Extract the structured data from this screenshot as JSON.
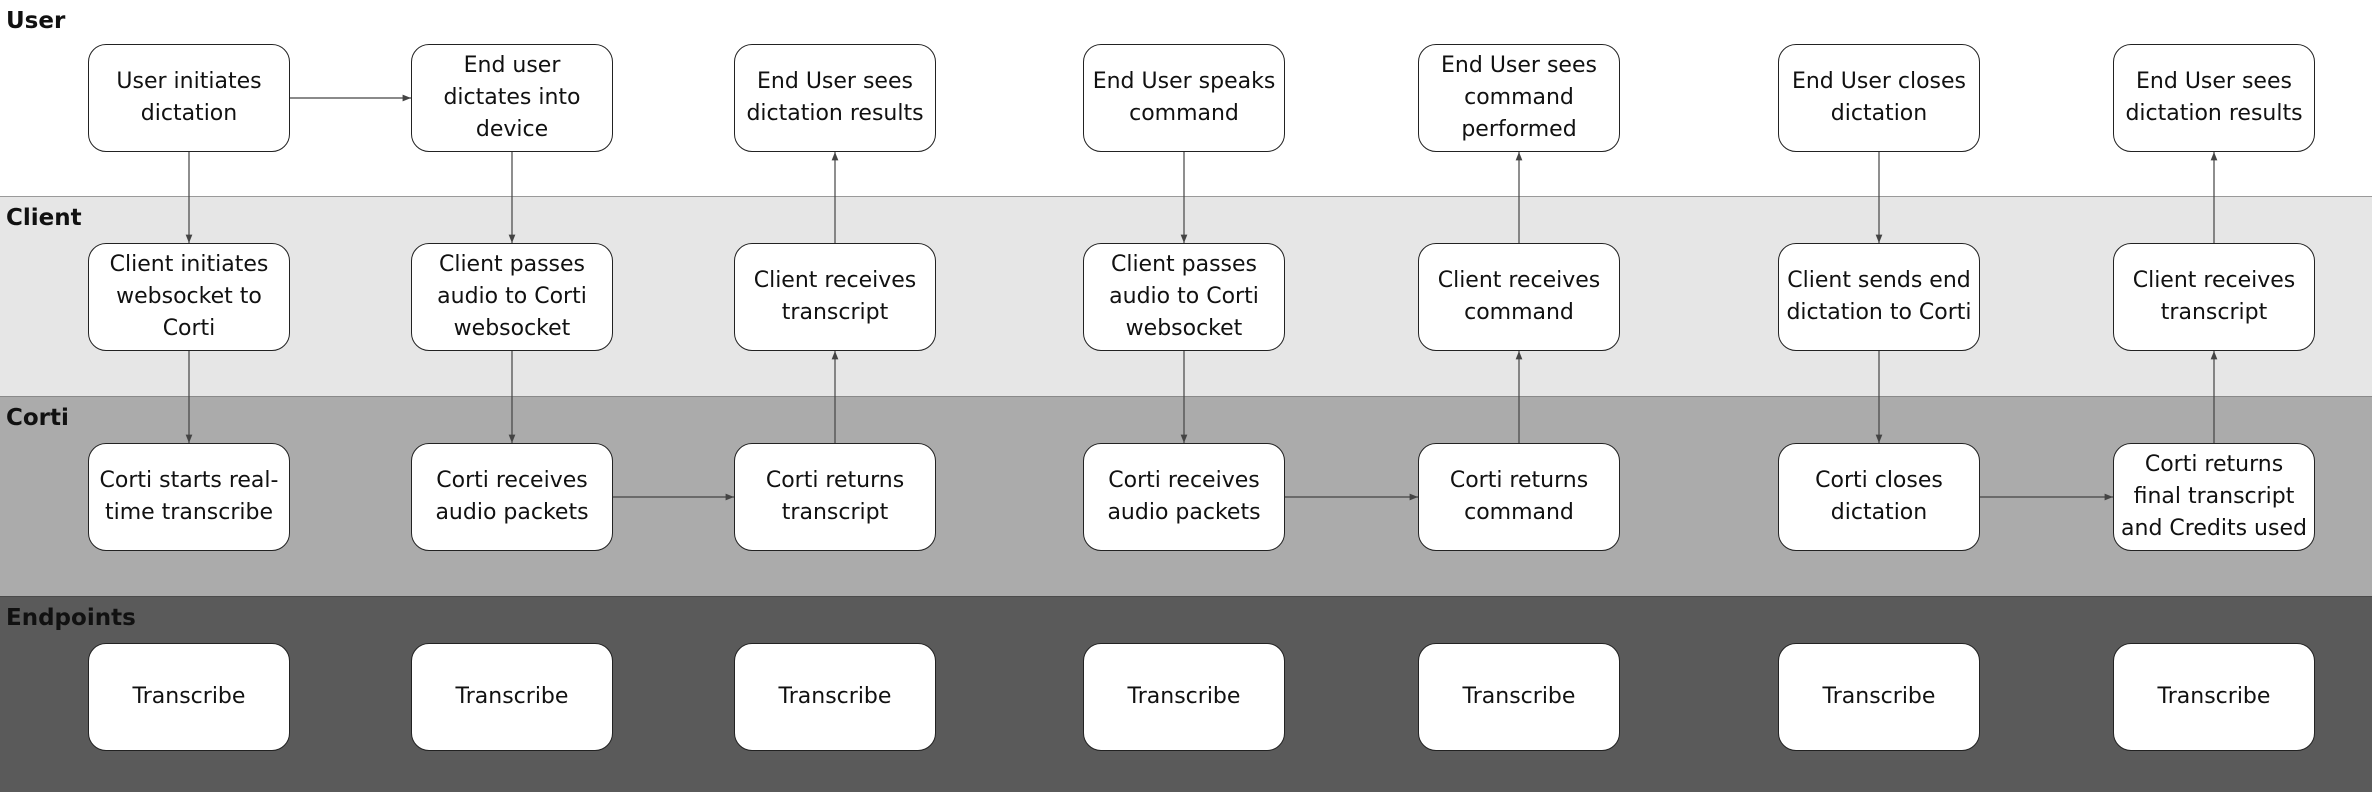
{
  "lanes": {
    "user": "User",
    "client": "Client",
    "corti": "Corti",
    "endpoints": "Endpoints"
  },
  "nodes": {
    "u1": "User initiates dictation",
    "u2": "End user dictates into device",
    "u3": "End User sees dictation results",
    "u4": "End User speaks command",
    "u5": "End User sees command performed",
    "u6": "End User closes dictation",
    "u7": "End User sees dictation results",
    "c1": "Client initiates websocket to Corti",
    "c2": "Client passes audio to Corti websocket",
    "c3": "Client receives transcript",
    "c4": "Client passes audio to Corti websocket",
    "c5": "Client receives command",
    "c6": "Client sends end dictation to Corti",
    "c7": "Client receives transcript",
    "k1": "Corti starts real-time transcribe",
    "k2": "Corti receives audio packets",
    "k3": "Corti returns transcript",
    "k4": "Corti receives audio packets",
    "k5": "Corti returns command",
    "k6": "Corti closes dictation",
    "k7": "Corti returns final transcript and Credits used",
    "e1": "Transcribe",
    "e2": "Transcribe",
    "e3": "Transcribe",
    "e4": "Transcribe",
    "e5": "Transcribe",
    "e6": "Transcribe",
    "e7": "Transcribe"
  },
  "edges": [
    {
      "from": "u1",
      "to": "u2"
    },
    {
      "from": "u1",
      "to": "c1"
    },
    {
      "from": "c1",
      "to": "k1"
    },
    {
      "from": "u2",
      "to": "c2"
    },
    {
      "from": "c2",
      "to": "k2"
    },
    {
      "from": "k2",
      "to": "k3"
    },
    {
      "from": "k3",
      "to": "c3"
    },
    {
      "from": "c3",
      "to": "u3"
    },
    {
      "from": "u4",
      "to": "c4"
    },
    {
      "from": "c4",
      "to": "k4"
    },
    {
      "from": "k4",
      "to": "k5"
    },
    {
      "from": "k5",
      "to": "c5"
    },
    {
      "from": "c5",
      "to": "u5"
    },
    {
      "from": "u6",
      "to": "c6"
    },
    {
      "from": "c6",
      "to": "k6"
    },
    {
      "from": "k6",
      "to": "k7"
    },
    {
      "from": "k7",
      "to": "c7"
    },
    {
      "from": "c7",
      "to": "u7"
    }
  ],
  "colors": {
    "lane_user": "#ffffff",
    "lane_client": "#e6e6e6",
    "lane_corti": "#ababab",
    "lane_endpoints": "#5a5a5a",
    "node_fill": "#ffffff",
    "arrow": "#444444"
  }
}
